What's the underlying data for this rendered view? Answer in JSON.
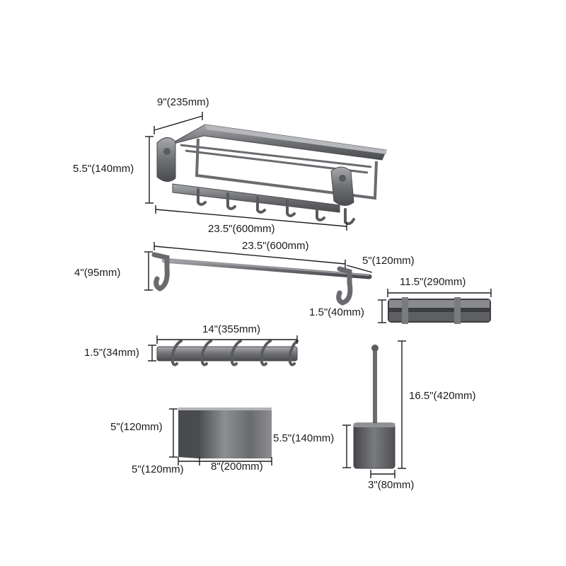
{
  "colors": {
    "metal_dark": "#55565a",
    "metal_mid": "#7b7c80",
    "metal_light": "#a7a8ac",
    "dimension_line": "#1c1c1c"
  },
  "dimensions": {
    "towel_rack_depth": "9\"(235mm)",
    "towel_rack_height": "5.5\"(140mm)",
    "towel_rack_width": "23.5\"(600mm)",
    "towel_bar_width": "23.5\"(600mm)",
    "towel_bar_depth": "5\"(120mm)",
    "towel_bar_height": "4\"(95mm)",
    "corner_shelf_width": "11.5\"(290mm)",
    "corner_shelf_height": "1.5\"(40mm)",
    "hook_rail_width": "14\"(355mm)",
    "hook_rail_height": "1.5\"(34mm)",
    "tissue_box_height": "5\"(120mm)",
    "tissue_box_depth": "5\"(120mm)",
    "tissue_box_width": "8\"(200mm)",
    "brush_holder_height": "5.5\"(140mm)",
    "brush_total_height": "16.5\"(420mm)",
    "brush_base_width": "3\"(80mm)"
  }
}
